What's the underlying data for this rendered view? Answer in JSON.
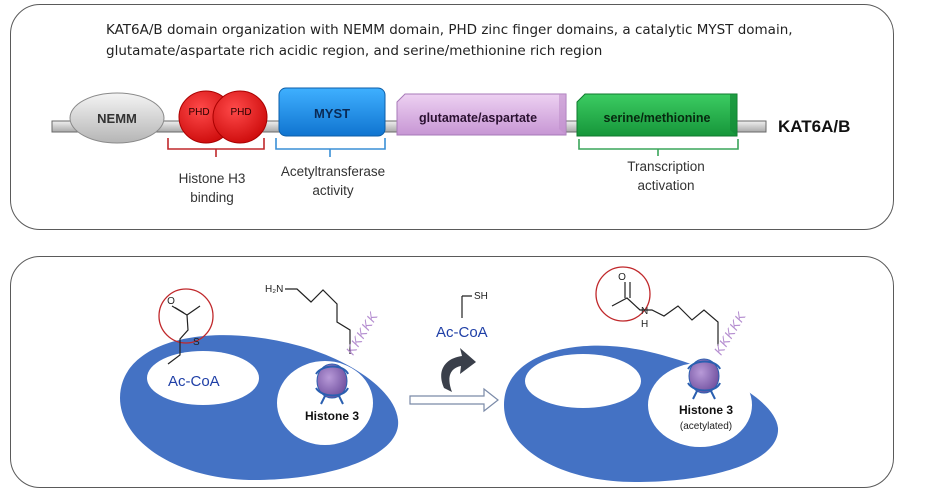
{
  "caption": "KAT6A/B domain organization with NEMM domain, PHD zinc finger domains, a catalytic MYST domain, glutamate/aspartate rich acidic region, and serine/methionine rich region",
  "domains": {
    "nemm": "NEMM",
    "phd1": "PHD",
    "phd2": "PHD",
    "myst": "MYST",
    "glu": "glutamate/aspartate",
    "ser": "serine/methionine"
  },
  "protein_label": "KAT6A/B",
  "functions": {
    "h3_line1": "Histone H3",
    "h3_line2": "binding",
    "acetyl_line1": "Acetyltransferase",
    "acetyl_line2": "activity",
    "trans_line1": "Transcription",
    "trans_line2": "activation"
  },
  "reaction": {
    "acoa_left": "Ac-CoA",
    "s_atom": "S",
    "o_atom_left": "O",
    "h2n": "H₂N",
    "lys_tail_left": "KKKKK",
    "histone_left": "Histone 3",
    "sh": "SH",
    "acoa_free": "Ac-CoA",
    "o_atom_right": "O",
    "n_atom": "N",
    "h_atom": "H",
    "lys_tail_right": "KKKKK",
    "histone_right": "Histone 3",
    "histone_right_note": "(acetylated)"
  },
  "colors": {
    "phd_red": "#e8141a",
    "myst_blue": "#1e96f0",
    "glu_purple": "#d7a8e0",
    "ser_green": "#22b04a",
    "enzyme_blue": "#4472c4",
    "bracket_red": "#c0282b",
    "bracket_blue": "#3a8fd6",
    "bracket_green": "#3aa55a",
    "acetyl_circle": "#c0282b",
    "lysine_purple": "#b58ed0"
  }
}
